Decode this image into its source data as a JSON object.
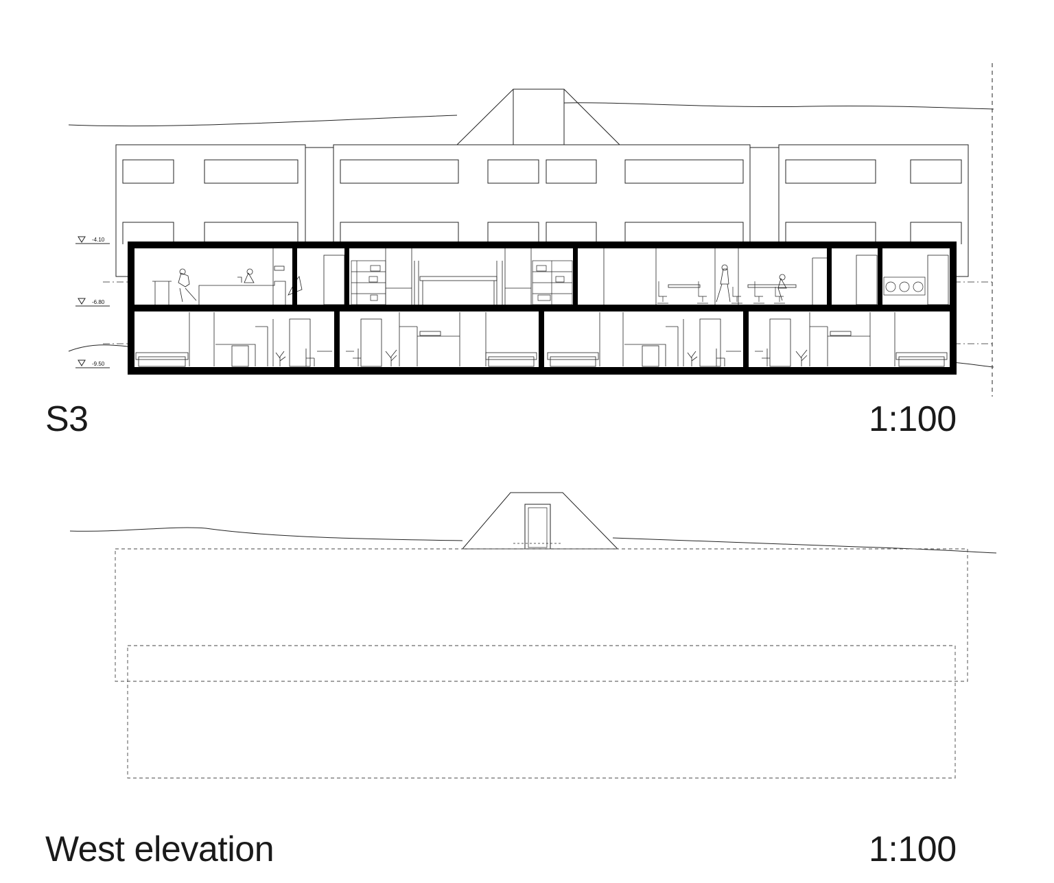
{
  "section": {
    "title": "S3",
    "scale": "1:100",
    "levels": [
      {
        "label": "-4.10"
      },
      {
        "label": "-6.80"
      },
      {
        "label": "-9.50"
      }
    ]
  },
  "elevation": {
    "title": "West elevation",
    "scale": "1:100"
  },
  "colors": {
    "ink": "#111111",
    "background": "#ffffff"
  }
}
